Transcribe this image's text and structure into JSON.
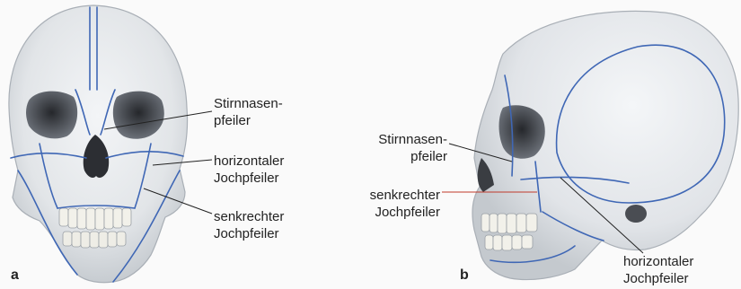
{
  "panel_a": {
    "letter": "a",
    "labels": {
      "stirnnasen_line1": "Stirnnasen-",
      "stirnnasen_line2": "pfeiler",
      "horizontal_line1": "horizontaler",
      "horizontal_line2": "Jochpfeiler",
      "senkrecht_line1": "senkrechter",
      "senkrecht_line2": "Jochpfeiler"
    }
  },
  "panel_b": {
    "letter": "b",
    "labels": {
      "stirnnasen_line1": "Stirnnasen-",
      "stirnnasen_line2": "pfeiler",
      "senkrecht_line1": "senkrechter",
      "senkrecht_line2": "Jochpfeiler",
      "horizontal_line1": "horizontaler",
      "horizontal_line2": "Jochpfeiler"
    }
  },
  "colors": {
    "pillar_lines": "#3f67b5",
    "bone": "#e4e7ea",
    "bone_shadow": "#b9bec4",
    "cavity": "#3c3f45",
    "leader_line": "#222222",
    "leader_line_highlight": "#c0392b"
  }
}
